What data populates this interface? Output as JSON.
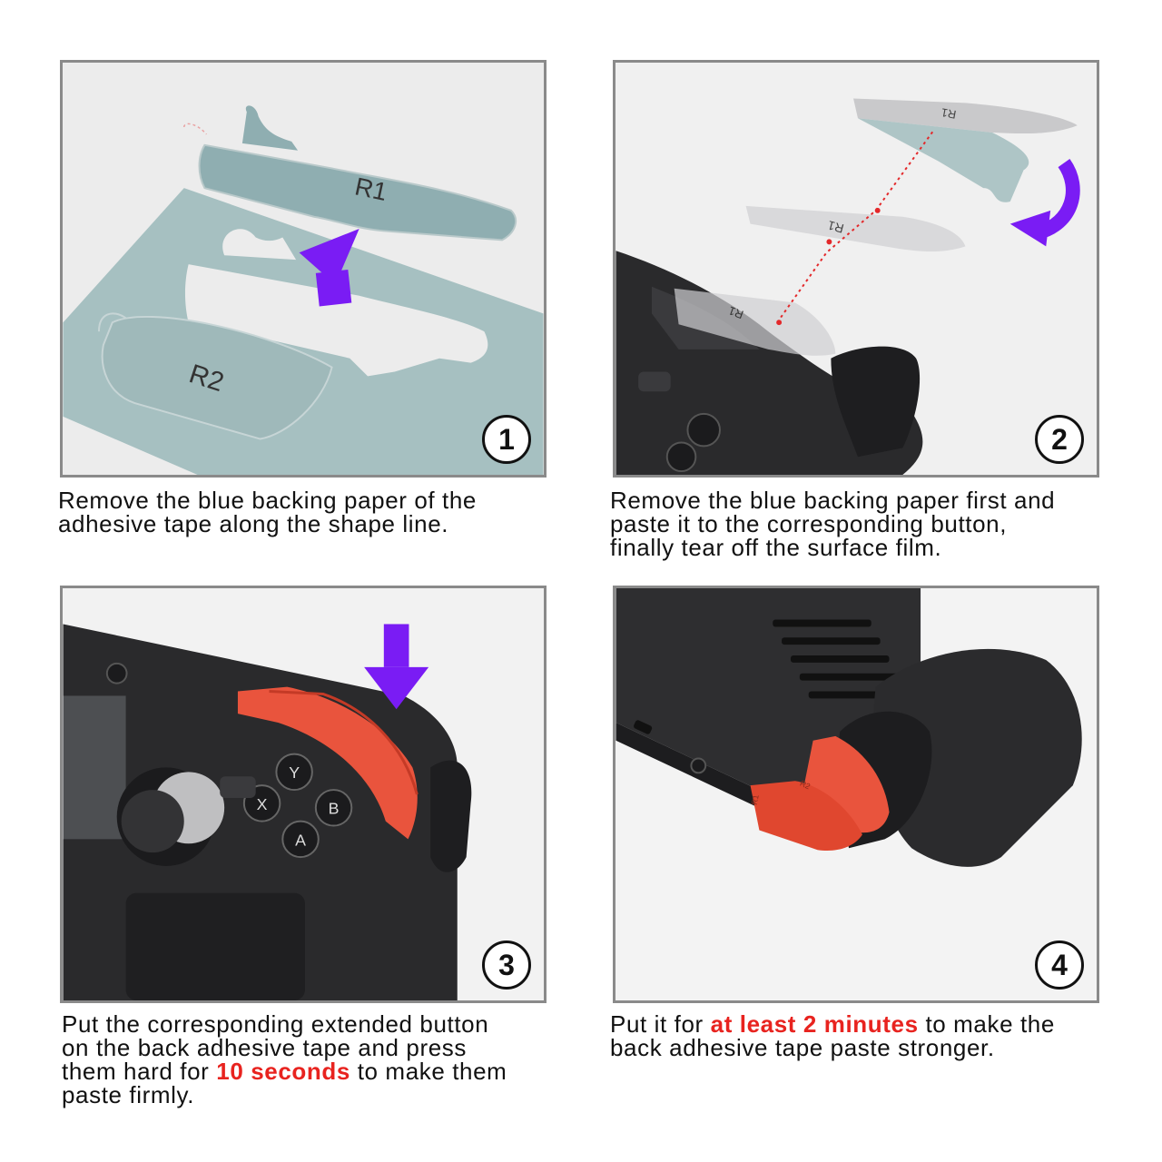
{
  "colors": {
    "accent_purple": "#7a1cf4",
    "highlight_red": "#e8231f",
    "tape_blue": "#a6c0c1",
    "button_red": "#e9543d",
    "device_black": "#2a2a2c"
  },
  "steps": [
    {
      "number": "1",
      "labels": [
        "R1",
        "R2"
      ],
      "caption_lines": [
        "Remove the blue backing paper of the",
        "adhesive tape along the shape line."
      ]
    },
    {
      "number": "2",
      "labels": [
        "R1",
        "R1",
        "R1"
      ],
      "caption_lines": [
        "Remove the blue backing paper first and",
        "paste it to the corresponding button,",
        "finally tear off the surface film."
      ]
    },
    {
      "number": "3",
      "button_letters": [
        "Y",
        "X",
        "B",
        "A"
      ],
      "caption_lines": [
        "Put the corresponding extended button",
        "on the back adhesive tape and press"
      ],
      "caption_line3_pre": "them hard for ",
      "caption_line3_highlight": "10 seconds",
      "caption_line3_post": " to make them",
      "caption_line4": "paste firmly."
    },
    {
      "number": "4",
      "button_labels": [
        "R1",
        "R2"
      ],
      "caption_line1_pre": "Put it for ",
      "caption_line1_highlight": "at least 2 minutes",
      "caption_line1_post": " to make the",
      "caption_line2": "back adhesive tape paste stronger."
    }
  ],
  "icons": [
    "arrow-up-icon",
    "rotate-arrow-icon",
    "arrow-down-icon"
  ]
}
